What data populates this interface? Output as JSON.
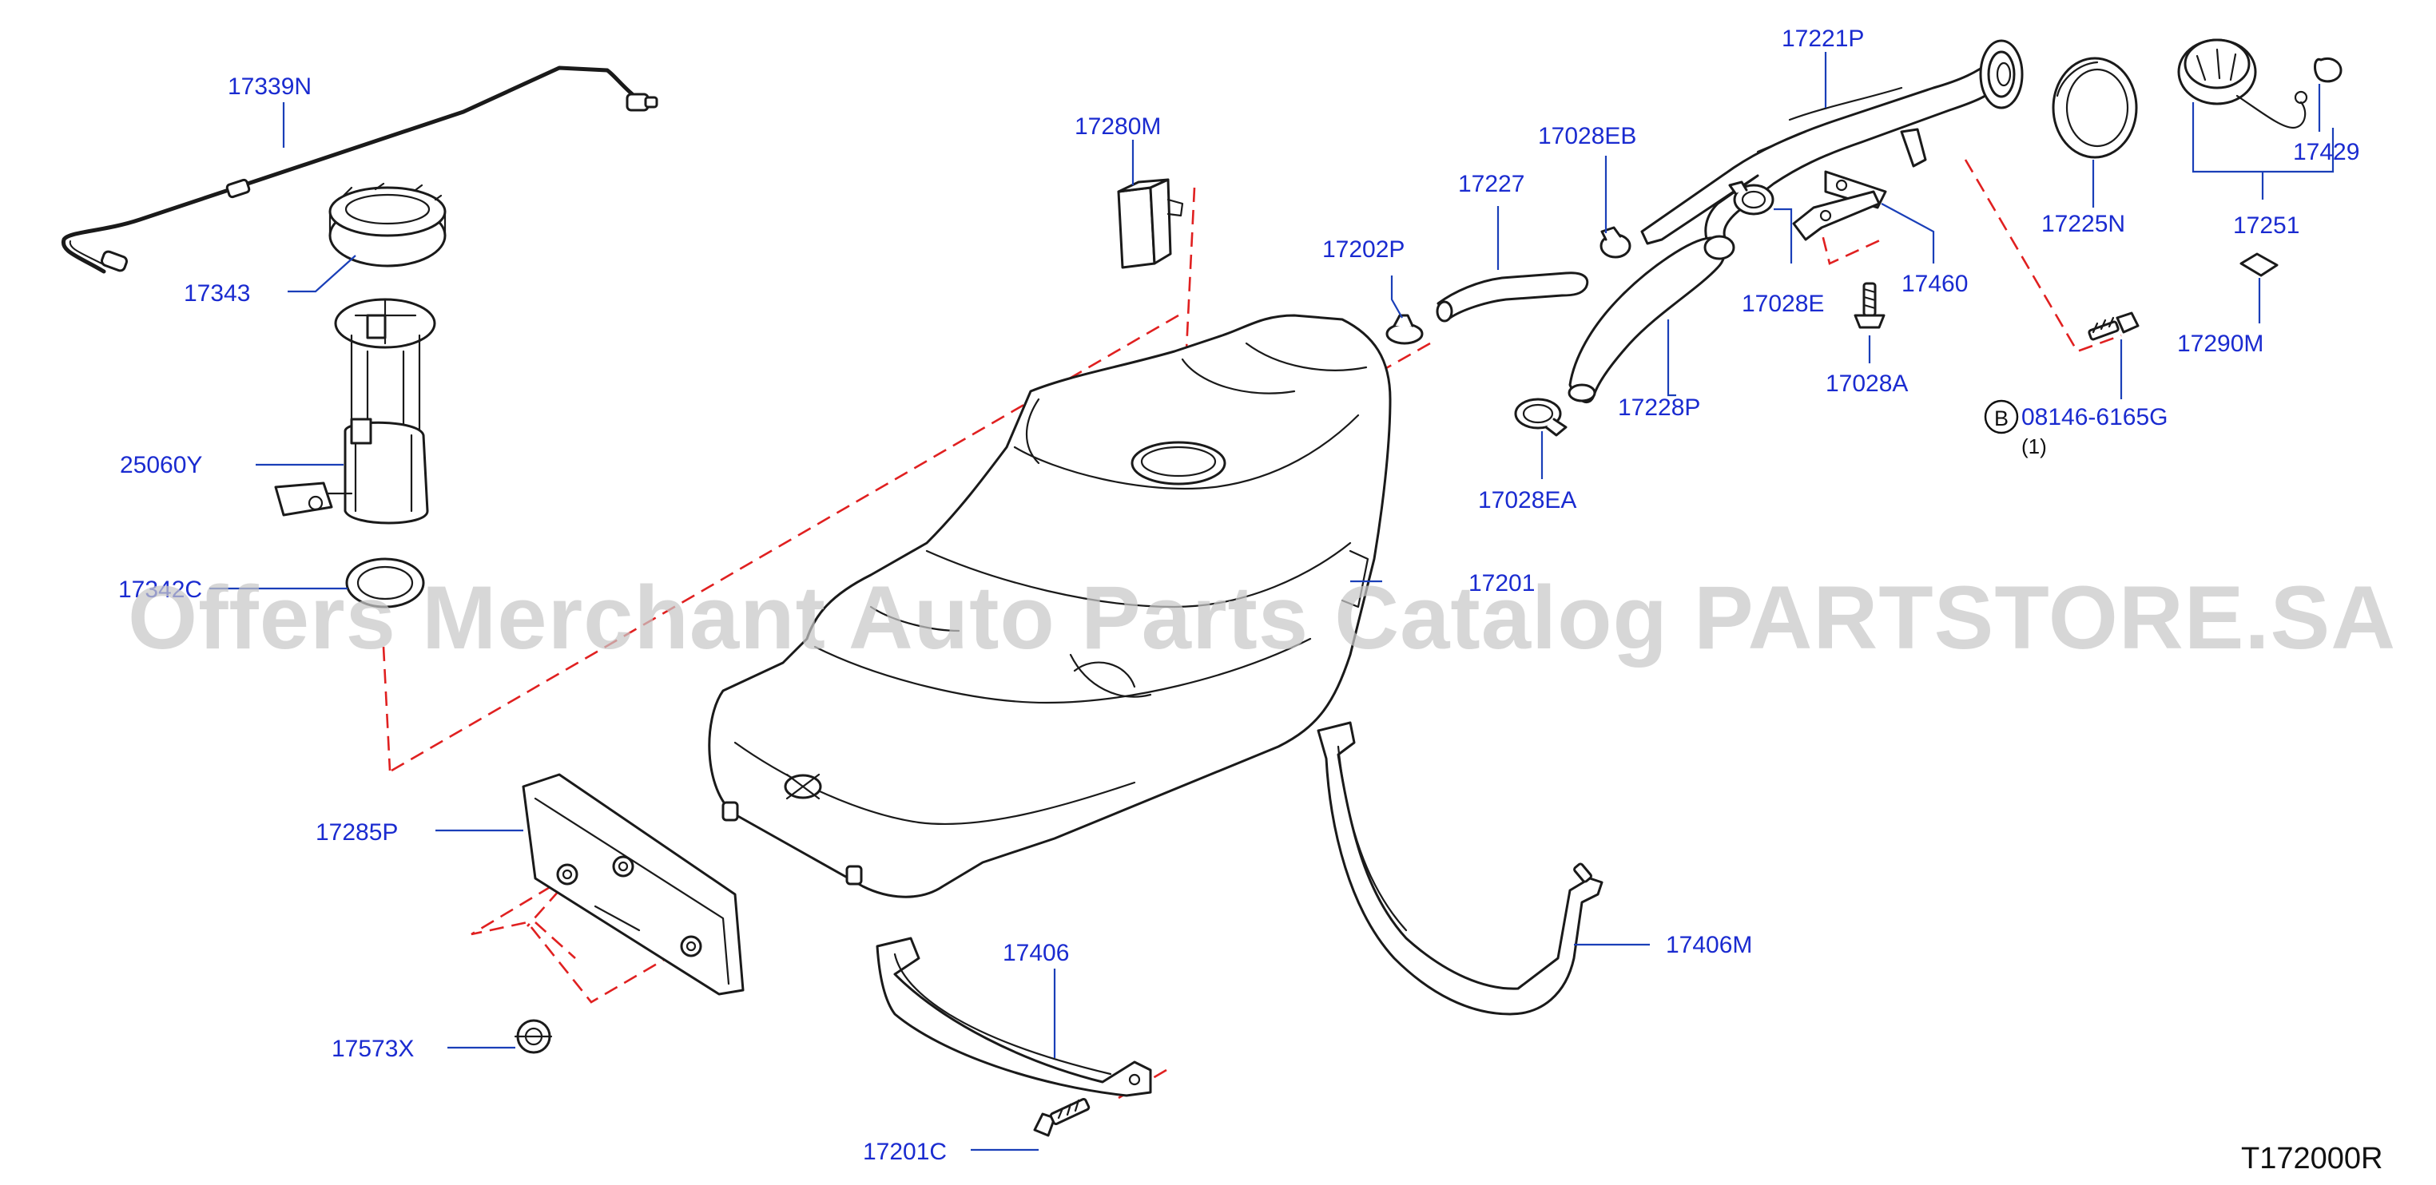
{
  "diagram": {
    "parts": [
      {
        "id": "17339N",
        "label": "17339N"
      },
      {
        "id": "17343",
        "label": "17343"
      },
      {
        "id": "25060Y",
        "label": "25060Y"
      },
      {
        "id": "17342C",
        "label": "17342C"
      },
      {
        "id": "17280M",
        "label": "17280M"
      },
      {
        "id": "17201",
        "label": "17201"
      },
      {
        "id": "17202P",
        "label": "17202P"
      },
      {
        "id": "17227",
        "label": "17227"
      },
      {
        "id": "17028EB",
        "label": "17028EB"
      },
      {
        "id": "17221P",
        "label": "17221P"
      },
      {
        "id": "17028E",
        "label": "17028E"
      },
      {
        "id": "17460",
        "label": "17460"
      },
      {
        "id": "17028A",
        "label": "17028A"
      },
      {
        "id": "17228P",
        "label": "17228P"
      },
      {
        "id": "17028EA",
        "label": "17028EA"
      },
      {
        "id": "17225N",
        "label": "17225N"
      },
      {
        "id": "17251",
        "label": "17251"
      },
      {
        "id": "17429",
        "label": "17429"
      },
      {
        "id": "17290M",
        "label": "17290M"
      },
      {
        "id": "08146-6165G",
        "label": "08146-6165G"
      },
      {
        "id": "17285P",
        "label": "17285P"
      },
      {
        "id": "17573X",
        "label": "17573X"
      },
      {
        "id": "17406",
        "label": "17406"
      },
      {
        "id": "17406M",
        "label": "17406M"
      },
      {
        "id": "17201C",
        "label": "17201C"
      }
    ],
    "bolt_marker": "B",
    "bolt_qty": "(1)",
    "reference_code": "T172000R",
    "watermark": "Offers Merchant Auto Parts Catalog PARTSTORE.SA",
    "colors": {
      "label": "#1a2bd0",
      "leader": "#1a3fb8",
      "dashed_guide": "#e02020",
      "line_art": "#1a1a1a",
      "watermark": "#c8c8c8"
    }
  }
}
